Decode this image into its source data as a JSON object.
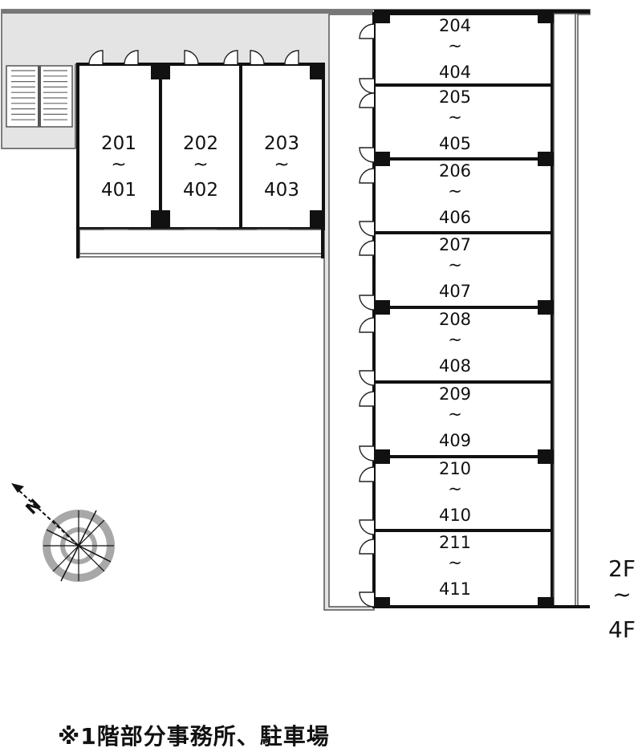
{
  "floor_range": {
    "from": "2F",
    "sep": "~",
    "to": "4F"
  },
  "north_label": "N",
  "note": "※1階部分事務所、駐車場",
  "units_left": [
    {
      "from": "201",
      "sep": "~",
      "to": "401"
    },
    {
      "from": "202",
      "sep": "~",
      "to": "402"
    },
    {
      "from": "203",
      "sep": "~",
      "to": "403"
    }
  ],
  "units_right": [
    {
      "from": "204",
      "sep": "~",
      "to": "404"
    },
    {
      "from": "205",
      "sep": "~",
      "to": "405"
    },
    {
      "from": "206",
      "sep": "~",
      "to": "406"
    },
    {
      "from": "207",
      "sep": "~",
      "to": "407"
    },
    {
      "from": "208",
      "sep": "~",
      "to": "408"
    },
    {
      "from": "209",
      "sep": "~",
      "to": "409"
    },
    {
      "from": "210",
      "sep": "~",
      "to": "410"
    },
    {
      "from": "211",
      "sep": "~",
      "to": "411"
    }
  ],
  "colors": {
    "corridor": "#e4e4e4",
    "wall": "#111111",
    "compass_ring": "#a8a8a8"
  },
  "icons": {
    "stairs": "stairs-icon",
    "door": "door-swing-icon",
    "compass": "compass-icon"
  }
}
